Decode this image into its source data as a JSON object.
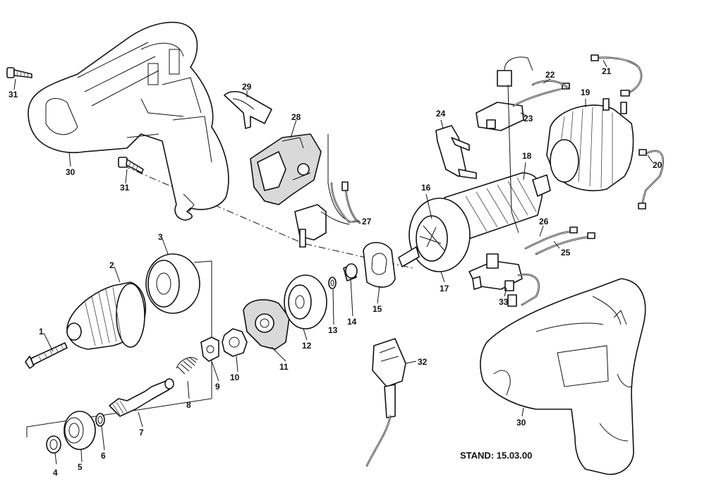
{
  "stand_label": "STAND: 15.03.00",
  "parts": [
    {
      "id": "label-1",
      "text": "1"
    },
    {
      "id": "label-2",
      "text": "2"
    },
    {
      "id": "label-3",
      "text": "3"
    },
    {
      "id": "label-4",
      "text": "4"
    },
    {
      "id": "label-5",
      "text": "5"
    },
    {
      "id": "label-6",
      "text": "6"
    },
    {
      "id": "label-7",
      "text": "7"
    },
    {
      "id": "label-8",
      "text": "8"
    },
    {
      "id": "label-9",
      "text": "9"
    },
    {
      "id": "label-10",
      "text": "10"
    },
    {
      "id": "label-11",
      "text": "11"
    },
    {
      "id": "label-12",
      "text": "12"
    },
    {
      "id": "label-13",
      "text": "13"
    },
    {
      "id": "label-14",
      "text": "14"
    },
    {
      "id": "label-15",
      "text": "15"
    },
    {
      "id": "label-16",
      "text": "16"
    },
    {
      "id": "label-17",
      "text": "17"
    },
    {
      "id": "label-18",
      "text": "18"
    },
    {
      "id": "label-19",
      "text": "19"
    },
    {
      "id": "label-20",
      "text": "20"
    },
    {
      "id": "label-21",
      "text": "21"
    },
    {
      "id": "label-22",
      "text": "22"
    },
    {
      "id": "label-23",
      "text": "23"
    },
    {
      "id": "label-24",
      "text": "24"
    },
    {
      "id": "label-25",
      "text": "25"
    },
    {
      "id": "label-26",
      "text": "26"
    },
    {
      "id": "label-27",
      "text": "27"
    },
    {
      "id": "label-28",
      "text": "28"
    },
    {
      "id": "label-29",
      "text": "29"
    },
    {
      "id": "label-30-top",
      "text": "30"
    },
    {
      "id": "label-30-bottom",
      "text": "30"
    },
    {
      "id": "label-31-top",
      "text": "31"
    },
    {
      "id": "label-31-mid",
      "text": "31"
    },
    {
      "id": "label-32",
      "text": "32"
    },
    {
      "id": "label-33",
      "text": "33"
    }
  ]
}
